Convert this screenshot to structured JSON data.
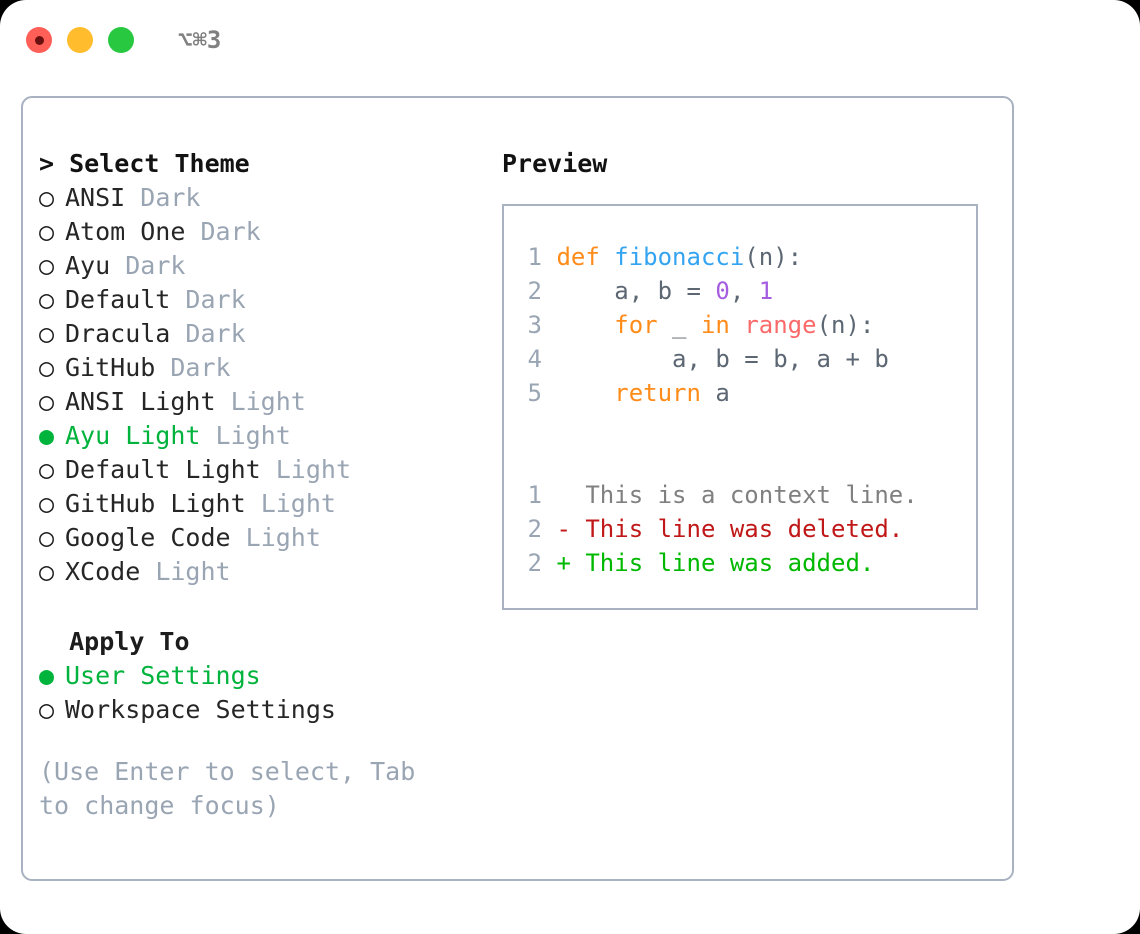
{
  "titlebar": {
    "shortcut": "⌥⌘3",
    "buttons": [
      {
        "name": "close",
        "color": "#ff5f57"
      },
      {
        "name": "minimize",
        "color": "#ffbd2e"
      },
      {
        "name": "maximize",
        "color": "#28c840"
      }
    ]
  },
  "colors": {
    "accent_green": "#00b33c",
    "muted": "#9aa5b4",
    "border": "#a8b2c1",
    "text": "#262626"
  },
  "theme_section": {
    "prefix": "> ",
    "title": "Select Theme",
    "focused": true,
    "marker_unselected": "○",
    "marker_selected": "●",
    "items": [
      {
        "name": "ANSI",
        "variant": "Dark",
        "selected": false
      },
      {
        "name": "Atom One",
        "variant": "Dark",
        "selected": false
      },
      {
        "name": "Ayu",
        "variant": "Dark",
        "selected": false
      },
      {
        "name": "Default",
        "variant": "Dark",
        "selected": false
      },
      {
        "name": "Dracula",
        "variant": "Dark",
        "selected": false
      },
      {
        "name": "GitHub",
        "variant": "Dark",
        "selected": false
      },
      {
        "name": "ANSI Light",
        "variant": "Light",
        "selected": false
      },
      {
        "name": "Ayu Light",
        "variant": "Light",
        "selected": true
      },
      {
        "name": "Default Light",
        "variant": "Light",
        "selected": false
      },
      {
        "name": "GitHub Light",
        "variant": "Light",
        "selected": false
      },
      {
        "name": "Google Code",
        "variant": "Light",
        "selected": false
      },
      {
        "name": "XCode",
        "variant": "Light",
        "selected": false
      }
    ]
  },
  "apply_section": {
    "prefix": "  ",
    "title": "Apply To",
    "focused": false,
    "items": [
      {
        "name": "User Settings",
        "variant": "",
        "selected": true
      },
      {
        "name": "Workspace Settings",
        "variant": "",
        "selected": false
      }
    ]
  },
  "hint": "(Use Enter to select, Tab to change focus)",
  "preview": {
    "title": "Preview",
    "code_lines": [
      {
        "number": "1",
        "tokens": [
          {
            "text": "def ",
            "kind": "kw"
          },
          {
            "text": "fibonacci",
            "kind": "fn"
          },
          {
            "text": "(n):",
            "kind": "punc"
          }
        ]
      },
      {
        "number": "2",
        "tokens": [
          {
            "text": "    a, b ",
            "kind": "plain"
          },
          {
            "text": "= ",
            "kind": "punc"
          },
          {
            "text": "0",
            "kind": "num"
          },
          {
            "text": ", ",
            "kind": "punc"
          },
          {
            "text": "1",
            "kind": "num"
          }
        ]
      },
      {
        "number": "3",
        "tokens": [
          {
            "text": "    ",
            "kind": "plain"
          },
          {
            "text": "for ",
            "kind": "kw"
          },
          {
            "text": "_ ",
            "kind": "plain"
          },
          {
            "text": "in ",
            "kind": "kw"
          },
          {
            "text": "range",
            "kind": "builtin"
          },
          {
            "text": "(n):",
            "kind": "punc"
          }
        ]
      },
      {
        "number": "4",
        "tokens": [
          {
            "text": "        a, b ",
            "kind": "plain"
          },
          {
            "text": "= ",
            "kind": "punc"
          },
          {
            "text": "b, a ",
            "kind": "plain"
          },
          {
            "text": "+ ",
            "kind": "punc"
          },
          {
            "text": "b",
            "kind": "plain"
          }
        ]
      },
      {
        "number": "5",
        "tokens": [
          {
            "text": "    ",
            "kind": "plain"
          },
          {
            "text": "return ",
            "kind": "kw"
          },
          {
            "text": "a",
            "kind": "plain"
          }
        ]
      }
    ],
    "diff_lines": [
      {
        "number": "1",
        "marker": "  ",
        "text": "This is a context line.",
        "kind": "context"
      },
      {
        "number": "2",
        "marker": "- ",
        "text": "This line was deleted.",
        "kind": "deleted"
      },
      {
        "number": "2",
        "marker": "+ ",
        "text": "This line was added.",
        "kind": "added"
      }
    ]
  }
}
